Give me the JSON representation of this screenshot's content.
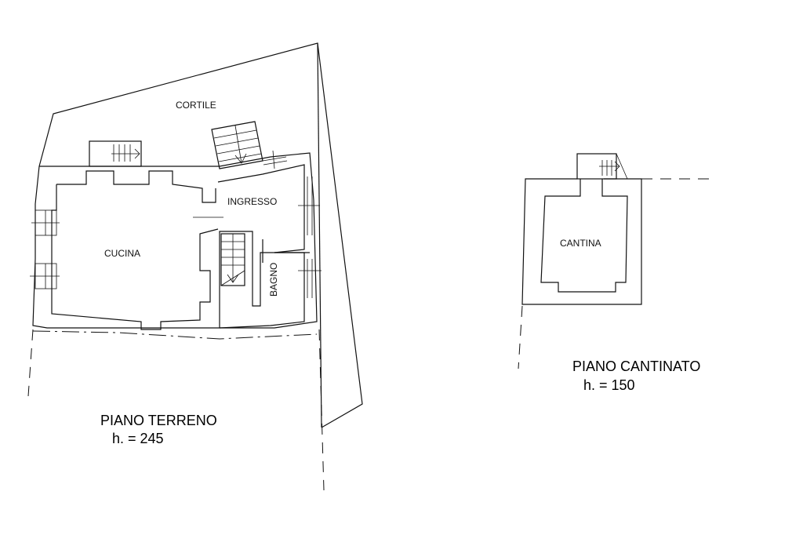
{
  "rooms": {
    "cortile": "CORTILE",
    "ingresso": "INGRESSO",
    "cucina": "CUCINA",
    "bagno": "BAGNO",
    "cantina": "CANTINA"
  },
  "floors": {
    "ground": {
      "name": "PIANO TERRENO",
      "height": "h. = 245"
    },
    "basement": {
      "name": "PIANO CANTINATO",
      "height": "h. = 150"
    }
  }
}
